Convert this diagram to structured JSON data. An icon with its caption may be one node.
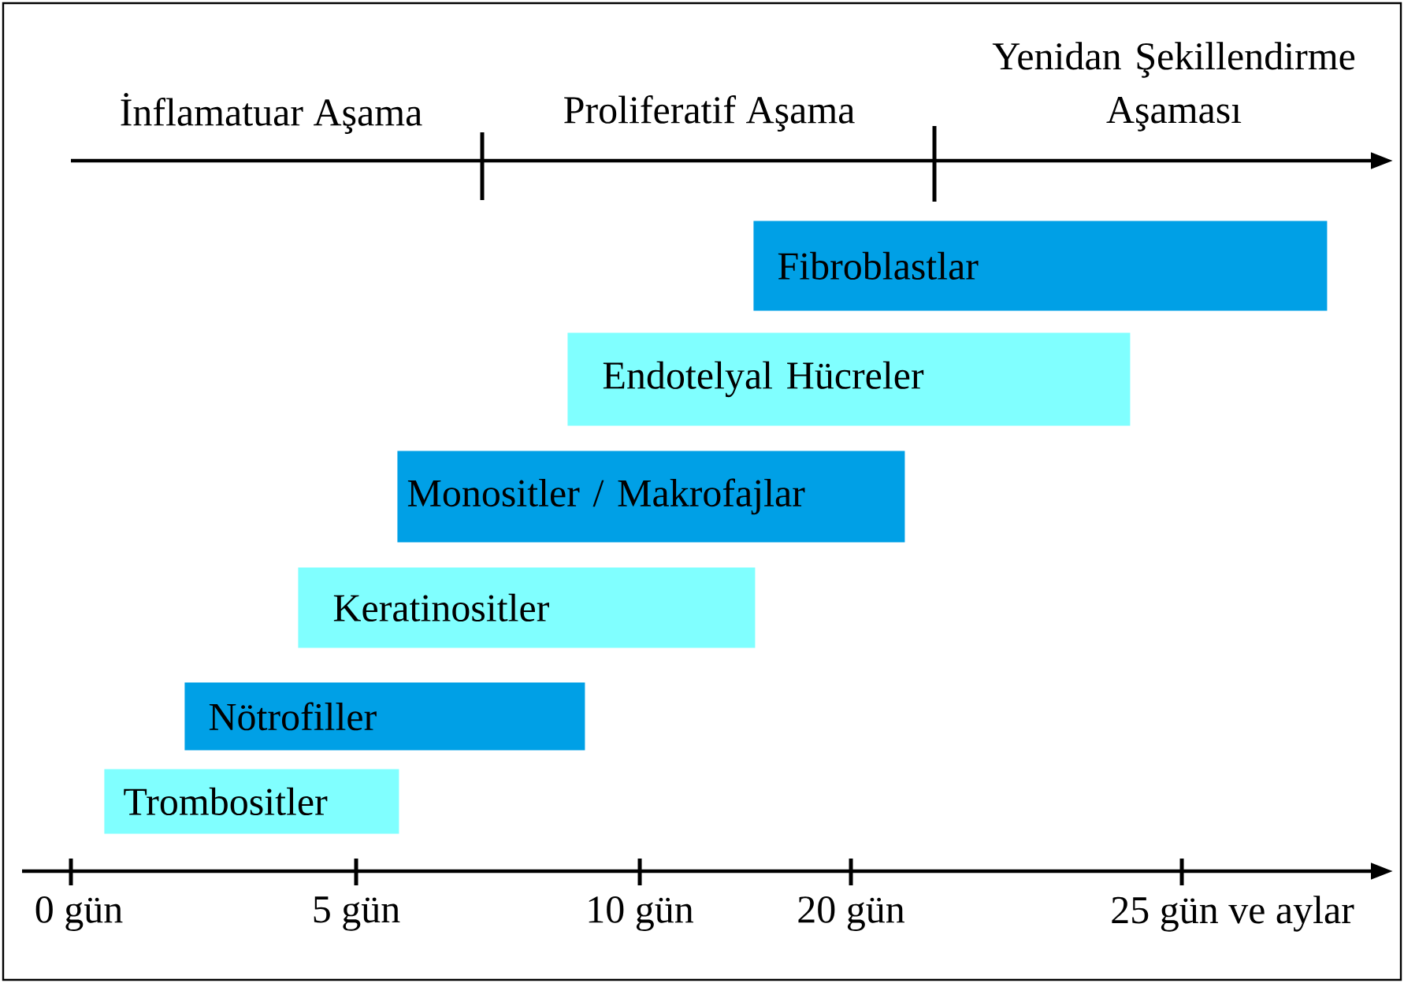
{
  "diagram": {
    "nodes": [
      {
        "text": [
          "Fibroblastlar"
        ]
      },
      {
        "text": [
          "Endotelyal Hücreler"
        ]
      },
      {
        "text": [
          "Monositler / Makrofajlar"
        ]
      },
      {
        "text": [
          "Keratinositler"
        ]
      },
      {
        "text": [
          "Nötrofiller"
        ]
      },
      {
        "text": [
          "Trombositler"
        ]
      }
    ],
    "edges": [],
    "labels": [
      "Yenidan Şekillendirme Aşaması",
      "İnflamatuar Aşama",
      "Proliferatif Aşama",
      "0 gün",
      "5 gün",
      "10 gün",
      "20 gün",
      "25 gün ve aylar"
    ]
  }
}
